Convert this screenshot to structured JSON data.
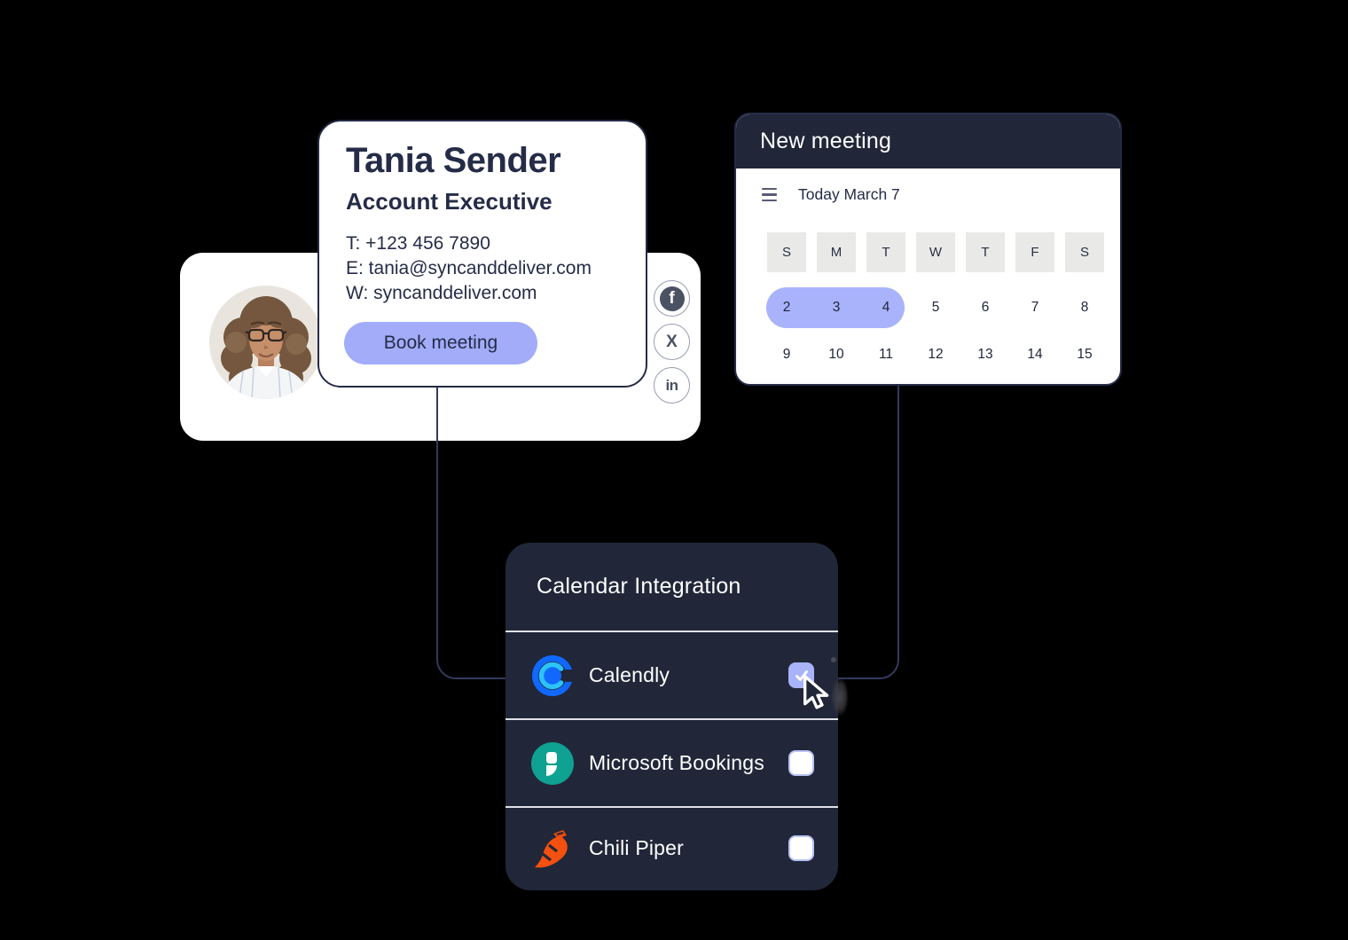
{
  "colors": {
    "background": "#000000",
    "navy": "#212739",
    "text_navy": "#252c47",
    "periwinkle": "#a2acf9",
    "periwinkle_light": "#a9b3fb",
    "weekday_gray": "#e9e9e8",
    "divider": "#e0e1e8",
    "connector": "#323a5c",
    "calendly_blue": "#1168ff",
    "calendly_cyan": "#2cc3f7",
    "bookings_teal": "#0fa191",
    "chili_orange": "#f4500f",
    "social_slate": "#4a5264"
  },
  "signature_card": {
    "name": "Tania Sender",
    "role": "Account Executive",
    "phone": "T: +123 456 7890",
    "email": "E: tania@syncanddeliver.com",
    "website": "W: syncanddeliver.com",
    "book_button_label": "Book meeting"
  },
  "profile_card": {
    "social": [
      {
        "name": "facebook",
        "glyph": "f"
      },
      {
        "name": "x",
        "glyph": "X"
      },
      {
        "name": "linkedin",
        "glyph": "in"
      }
    ]
  },
  "meeting_card": {
    "title": "New meeting",
    "toolbar_label": "Today March 7",
    "weekdays": [
      "S",
      "M",
      "T",
      "W",
      "T",
      "F",
      "S"
    ],
    "dates_row1": [
      "2",
      "3",
      "4",
      "5",
      "6",
      "7",
      "8"
    ],
    "dates_row2": [
      "9",
      "10",
      "11",
      "12",
      "13",
      "14",
      "15"
    ],
    "selected_dates": [
      "2",
      "3",
      "4"
    ]
  },
  "integration_card": {
    "title": "Calendar Integration",
    "items": [
      {
        "label": "Calendly",
        "icon": "calendly-icon",
        "checked": true
      },
      {
        "label": "Microsoft Bookings",
        "icon": "microsoft-bookings-icon",
        "checked": false
      },
      {
        "label": "Chili Piper",
        "icon": "chili-piper-icon",
        "checked": false
      }
    ]
  }
}
